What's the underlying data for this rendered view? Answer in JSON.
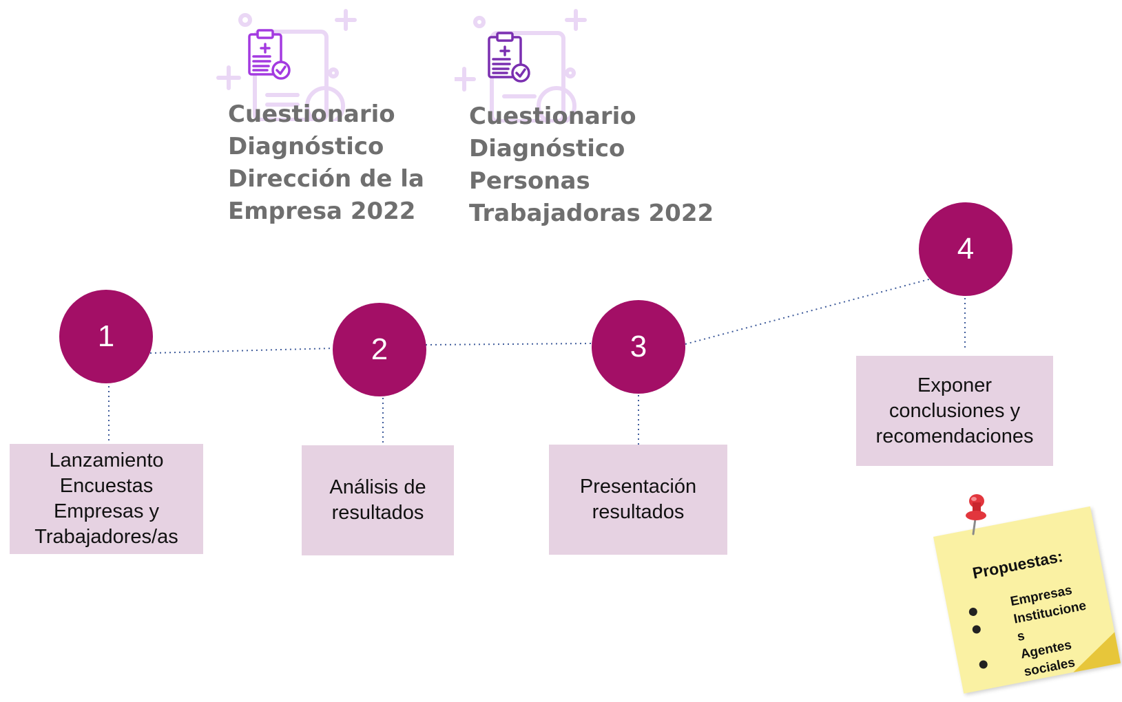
{
  "questionnaires": [
    {
      "lines": [
        "Cuestionario",
        "Diagnóstico",
        "Dirección de la",
        "Empresa 2022"
      ],
      "icon": "clipboard-check-icon"
    },
    {
      "lines": [
        "Cuestionario",
        "Diagnóstico",
        "Personas",
        "Trabajadoras 2022"
      ],
      "icon": "clipboard-check-icon"
    }
  ],
  "steps": [
    {
      "number": "1",
      "lines": [
        "Lanzamiento",
        "Encuestas",
        "Empresas y",
        "Trabajadores/as"
      ]
    },
    {
      "number": "2",
      "lines": [
        "Análisis de",
        "resultados"
      ]
    },
    {
      "number": "3",
      "lines": [
        "Presentación",
        "resultados"
      ]
    },
    {
      "number": "4",
      "lines": [
        "Exponer",
        "conclusiones y",
        "recomendaciones"
      ]
    }
  ],
  "note": {
    "title": "Propuestas:",
    "items": [
      "Empresas",
      "Institucione",
      "s",
      "Agentes",
      "sociales"
    ],
    "icon": "pushpin-icon"
  },
  "colors": {
    "circle": "#a30f66",
    "box": "#e6d2e2",
    "connector": "#3d5a9a",
    "icon_purple": "#a33ae0",
    "icon_faded": "#e9d4f4",
    "note": "#faf1a3",
    "title_gray": "#6f6f6f"
  }
}
